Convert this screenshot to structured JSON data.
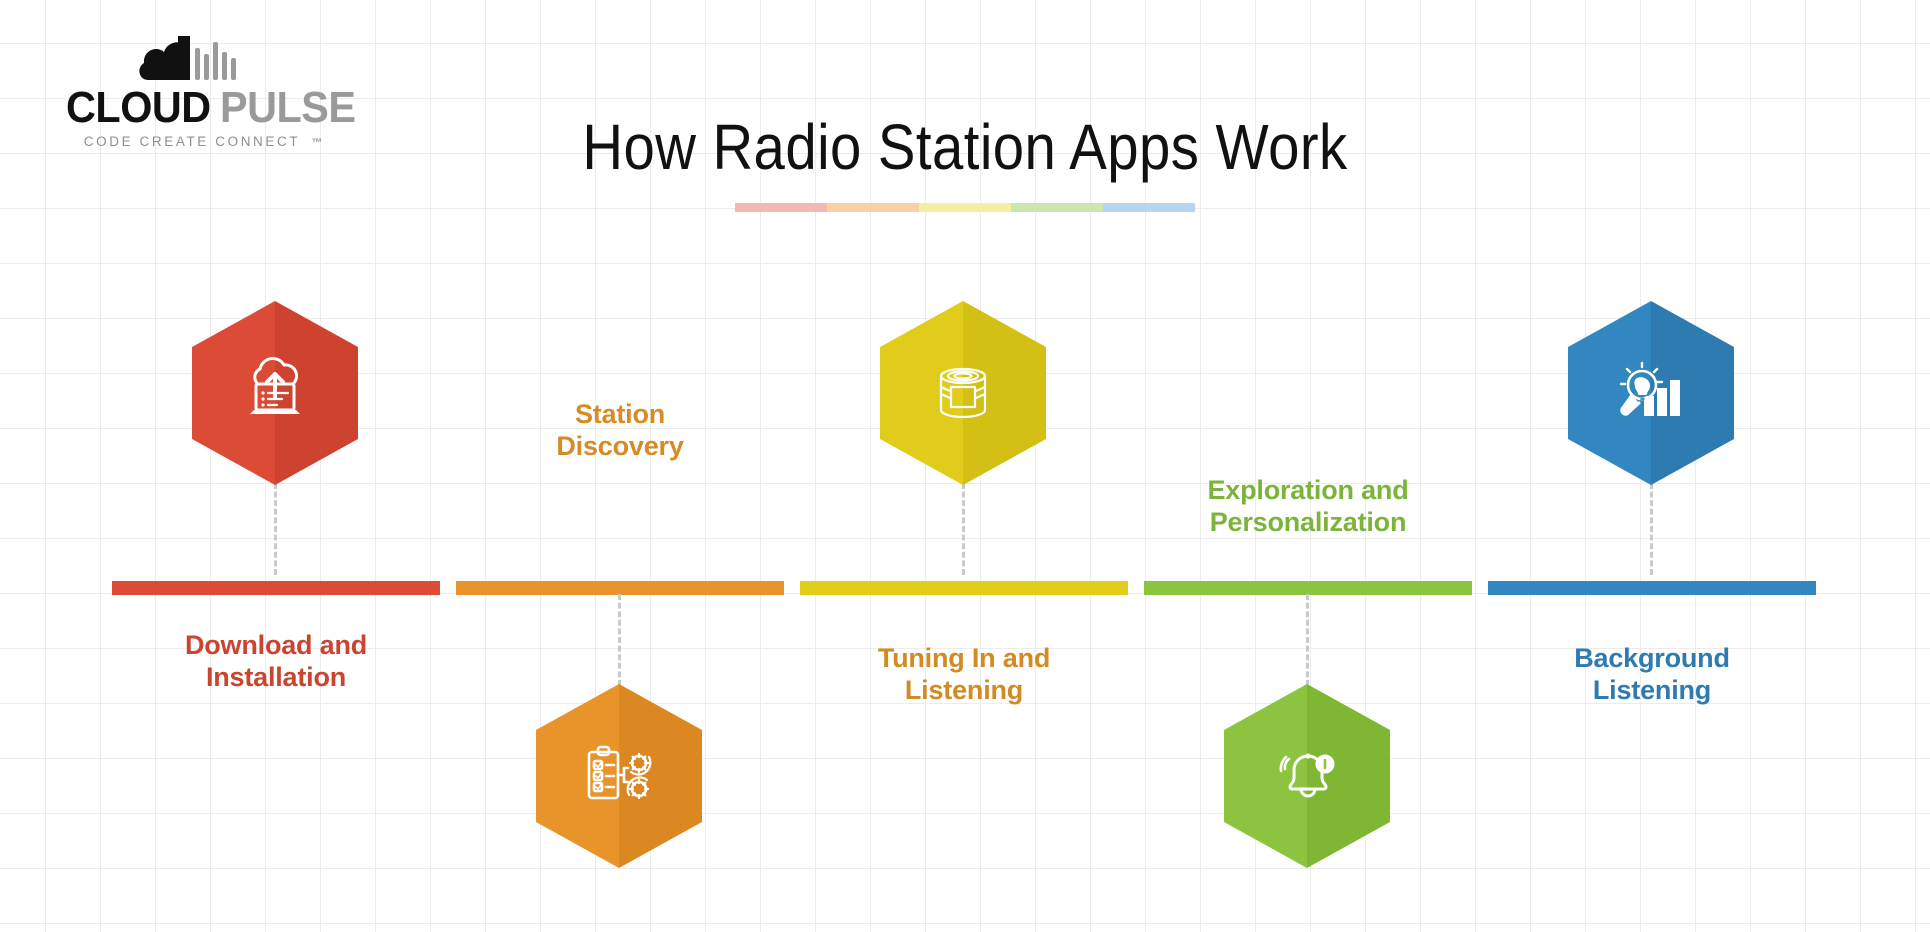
{
  "logo": {
    "name_dark": "CLOUD",
    "name_light": "PULSE",
    "trademark": "™",
    "tagline": "CODE CREATE CONNECT",
    "mark_icon": "cloud-soundwave-icon"
  },
  "header": {
    "title": "How Radio Station Apps Work",
    "underline_colors": [
      "#f2b8b2",
      "#f6d2a6",
      "#f4eda3",
      "#cfe5b0",
      "#b7d5ec"
    ]
  },
  "colors": {
    "red": "#DC4B35",
    "red_dark": "#CE4330",
    "orange": "#E8942A",
    "orange_dark": "#DB8822",
    "yellow": "#E2CC1B",
    "yellow_dark": "#D4BF14",
    "green": "#8CC43F",
    "green_dark": "#7FB734",
    "blue": "#3387C0",
    "blue_dark": "#2E7BB1",
    "grid": "#ececec",
    "connector": "#c9c9c9",
    "title": "#111111"
  },
  "steps": [
    {
      "index": 1,
      "label": "Download and Installation",
      "label_line1": "Download and",
      "label_line2": "Installation",
      "color": "#DC4B35",
      "color_dark": "#CE4330",
      "label_color": "#C9452F",
      "icon": "cloud-upload-laptop-icon",
      "hexagon_position": "above",
      "label_position": "below"
    },
    {
      "index": 2,
      "label": "Station Discovery",
      "label_line1": "Station",
      "label_line2": "Discovery",
      "color": "#E8942A",
      "color_dark": "#DB8822",
      "label_color": "#D88A24",
      "icon": "clipboard-gears-icon",
      "hexagon_position": "below",
      "label_position": "above"
    },
    {
      "index": 3,
      "label": "Tuning In and Listening",
      "label_line1": "Tuning In and",
      "label_line2": "Listening",
      "color": "#E2CC1B",
      "color_dark": "#D4BF14",
      "label_color": "#D18B22",
      "icon": "radio-canister-icon",
      "hexagon_position": "above",
      "label_position": "below"
    },
    {
      "index": 4,
      "label": "Exploration and Personalization",
      "label_line1": "Exploration and",
      "label_line2": "Personalization",
      "color": "#8CC43F",
      "color_dark": "#7FB734",
      "label_color": "#7CB43A",
      "icon": "notification-bell-icon",
      "hexagon_position": "below",
      "label_position": "above"
    },
    {
      "index": 5,
      "label": "Background Listening",
      "label_line1": "Background",
      "label_line2": "Listening",
      "color": "#3387C0",
      "color_dark": "#2E7BB1",
      "label_color": "#2E7BB1",
      "icon": "magnifier-bulb-chart-icon",
      "hexagon_position": "above",
      "label_position": "below"
    }
  ]
}
